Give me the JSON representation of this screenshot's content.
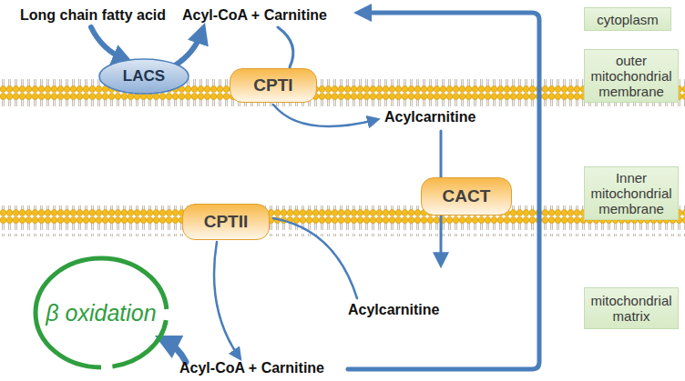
{
  "diagram": {
    "nodes": [
      {
        "text": [
          "LACS"
        ]
      },
      {
        "text": [
          "CPTI"
        ]
      },
      {
        "text": [
          "CACT"
        ]
      },
      {
        "text": [
          "CPTII"
        ]
      },
      {
        "text": [
          "β oxidation"
        ]
      },
      {
        "text": [
          "cytoplasm"
        ]
      },
      {
        "text": [
          "outer mitochondrial membrane"
        ]
      },
      {
        "text": [
          "Inner mitochondrial membrane"
        ]
      },
      {
        "text": [
          "mitochondrial matrix"
        ]
      }
    ],
    "labels": [
      "Long chain fatty acid",
      "Acyl-CoA + Carnitine",
      "Acylcarnitine",
      "Acylcarnitine",
      "Acyl-CoA + Carnitine"
    ]
  }
}
